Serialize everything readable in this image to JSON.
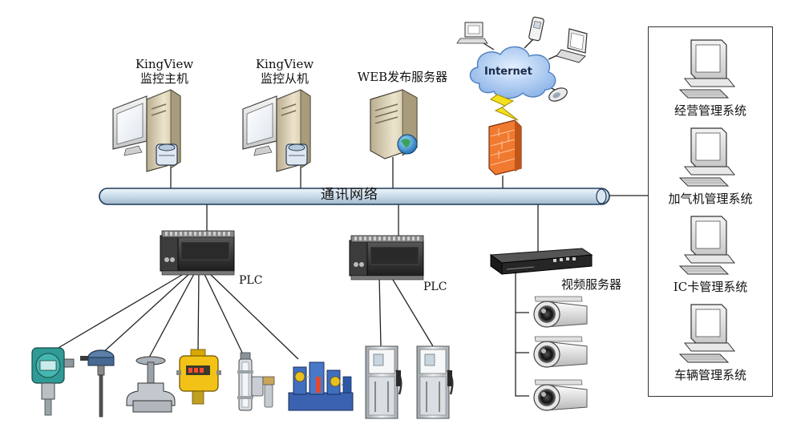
{
  "labels": {
    "host_main": [
      "KingView",
      "监控主机"
    ],
    "host_backup": [
      "KingView",
      "监控从机"
    ],
    "web_server": "WEB发布服务器",
    "internet": "Internet",
    "bus": "通讯网络",
    "plc_left": "PLC",
    "plc_right": "PLC",
    "video_server": "视频服务器"
  },
  "systems": [
    {
      "label": "经营管理系统"
    },
    {
      "label": "加气机管理系统"
    },
    {
      "label": "IC卡管理系统"
    },
    {
      "label": "车辆管理系统"
    }
  ],
  "icons": {
    "computer": "monitor-computer-icon",
    "server": "server-tower-icon",
    "globe": "globe-icon",
    "firewall": "firewall-icon",
    "lightning": "lightning-icon",
    "cloud": "cloud-icon",
    "plc": "plc-module-icon",
    "video_box": "video-server-icon",
    "camera": "cctv-camera-icon",
    "dispenser": "gas-dispenser-icon",
    "transmitter": "pressure-transmitter-icon",
    "thermocouple": "thermocouple-icon",
    "valve": "gate-valve-icon",
    "gas_detector": "gas-detector-icon",
    "level_gauge": "level-gauge-icon",
    "compressor": "compressor-skid-icon"
  },
  "colors": {
    "bus_fill": "#c9dbe9",
    "bus_stroke": "#1f3b57",
    "cloud": "#a8c8f0",
    "firewall": "#f07a30",
    "lightning": "#f5e020",
    "gas_detector": "#f2c316",
    "compressor": "#2d58a8"
  }
}
